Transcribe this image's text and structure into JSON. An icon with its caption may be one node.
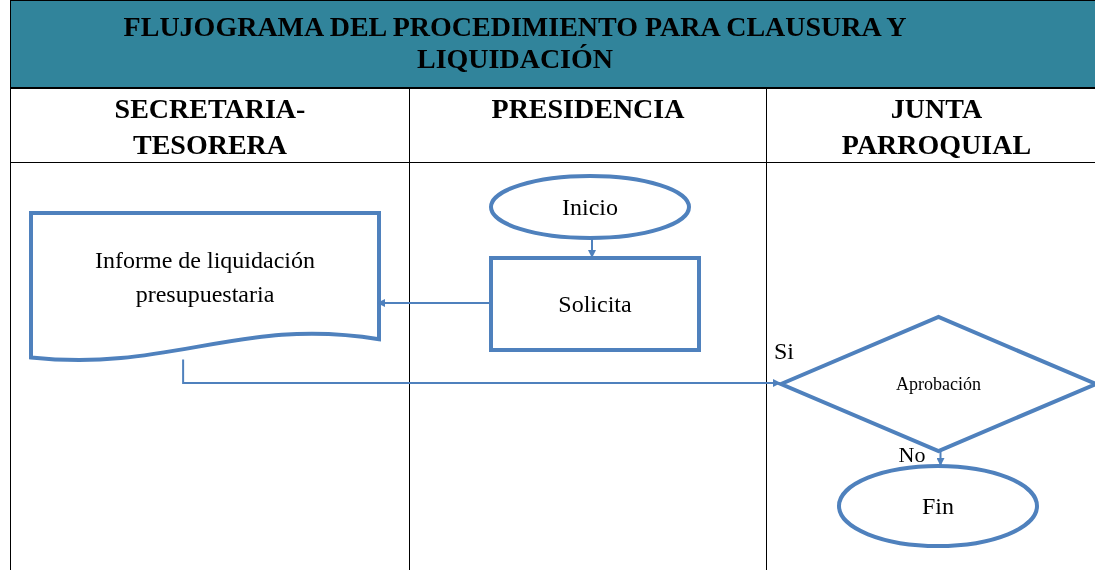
{
  "diagram": {
    "title": "FLUJOGRAMA DEL PROCEDIMIENTO PARA CLAUSURA Y LIQUIDACIÓN",
    "nodes": [
      {
        "text": [
          "SECRETARIA- TESORERA"
        ]
      },
      {
        "text": [
          "PRESIDENCIA"
        ]
      },
      {
        "text": [
          "JUNTA PARROQUIAL"
        ]
      },
      {
        "text": [
          "Inicio"
        ],
        "in": 1
      },
      {
        "text": [
          "Solicita"
        ],
        "in": 1
      },
      {
        "text": [
          "Informe de liquidación presupuestaria"
        ],
        "in": 0
      },
      {
        "text": [
          "Aprobación"
        ],
        "in": 2
      },
      {
        "text": [
          "Fin"
        ],
        "in": 2
      }
    ],
    "edges": [
      {
        "from": 3,
        "to": 4,
        "arrow": "to"
      },
      {
        "from": 4,
        "to": 5,
        "arrow": "to"
      },
      {
        "from": 5,
        "to": 6,
        "arrow": "to"
      },
      {
        "from": 6,
        "to": 7,
        "arrow": "to",
        "label": "No"
      }
    ],
    "labels": [
      "Si"
    ]
  }
}
